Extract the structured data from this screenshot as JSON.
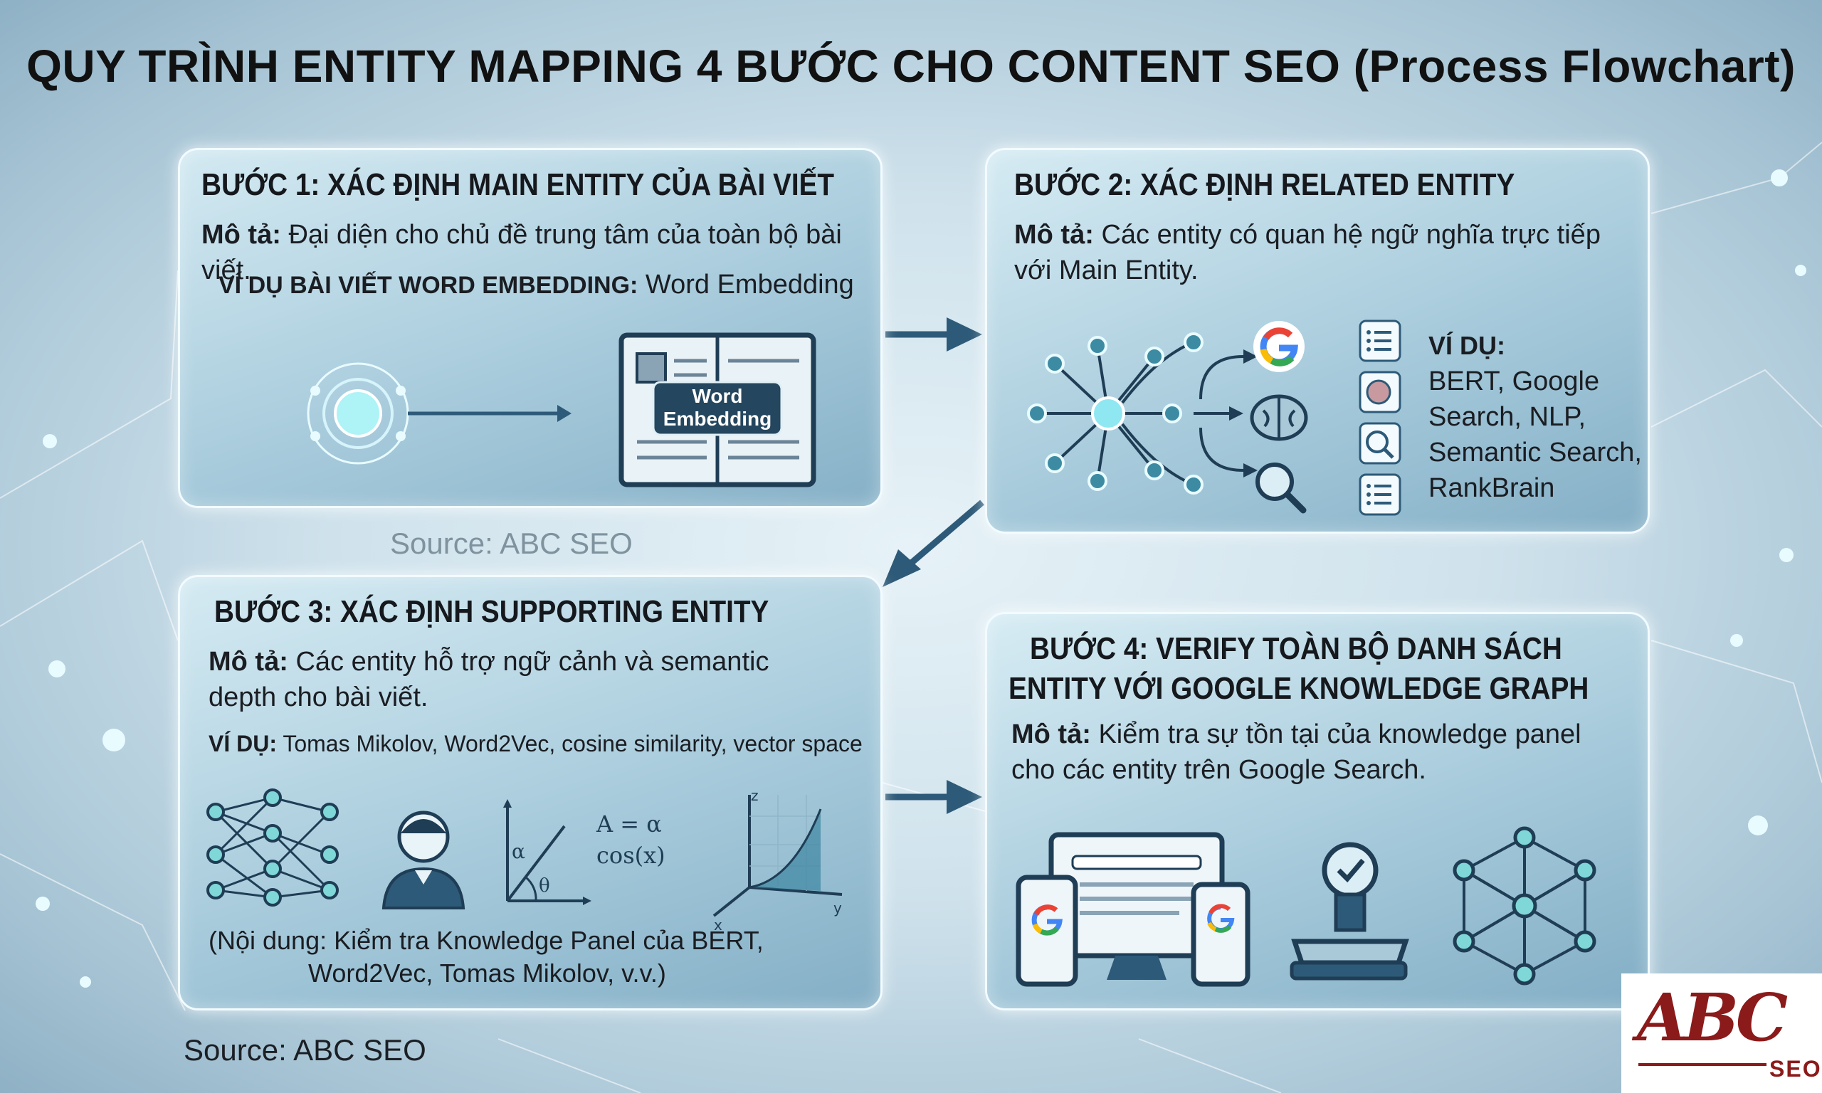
{
  "title": "QUY TRÌNH ENTITY MAPPING 4 BƯỚC CHO CONTENT SEO (Process Flowchart)",
  "steps": [
    {
      "heading": "BƯỚC 1: XÁC ĐỊNH MAIN ENTITY CỦA BÀI VIẾT",
      "desc_label": "Mô tả:",
      "desc_text": "Đại diện cho chủ đề trung tâm của toàn bộ bài viết.",
      "example_label": "VÍ DỤ BÀI VIẾT WORD EMBEDDING:",
      "example_text": "Word Embedding",
      "book_label_1": "Word",
      "book_label_2": "Embedding"
    },
    {
      "heading": "BƯỚC 2: XÁC ĐỊNH RELATED ENTITY",
      "desc_label": "Mô tả:",
      "desc_text": "Các entity có quan hệ ngữ nghĩa trực tiếp với Main Entity.",
      "example_label": "VÍ DỤ:",
      "examples": [
        "BERT, Google",
        "Search, NLP,",
        "Semantic Search,",
        "RankBrain"
      ]
    },
    {
      "heading": "BƯỚC 3: XÁC ĐỊNH SUPPORTING ENTITY",
      "desc_label": "Mô tả:",
      "desc_text": "Các entity hỗ trợ ngữ cảnh và semantic depth cho bài viết.",
      "example_label": "VÍ DỤ:",
      "example_text": "Tomas Mikolov, Word2Vec, cosine similarity, vector space",
      "formula_1": "A = α",
      "formula_2": "cos(x)",
      "note_1": "(Nội dung: Kiểm tra Knowledge Panel của BERT,",
      "note_2": "Word2Vec, Tomas Mikolov, v.v.)"
    },
    {
      "heading_1": "BƯỚC 4: VERIFY TOÀN BỘ DANH SÁCH",
      "heading_2": "ENTITY VỚI GOOGLE KNOWLEDGE GRAPH",
      "desc_label": "Mô tả:",
      "desc_text": "Kiểm tra sự tồn tại của knowledge panel cho các entity trên Google Search."
    }
  ],
  "sources": [
    "Source: ABC SEO",
    "Source: ABC SEO"
  ],
  "logo": {
    "main": "ABC",
    "sub": "SEO"
  },
  "watermark": "ABC SEO",
  "colors": {
    "accent": "#2d5a78",
    "card_border": "#f2fbff",
    "logo_red": "#8b1a1a"
  }
}
